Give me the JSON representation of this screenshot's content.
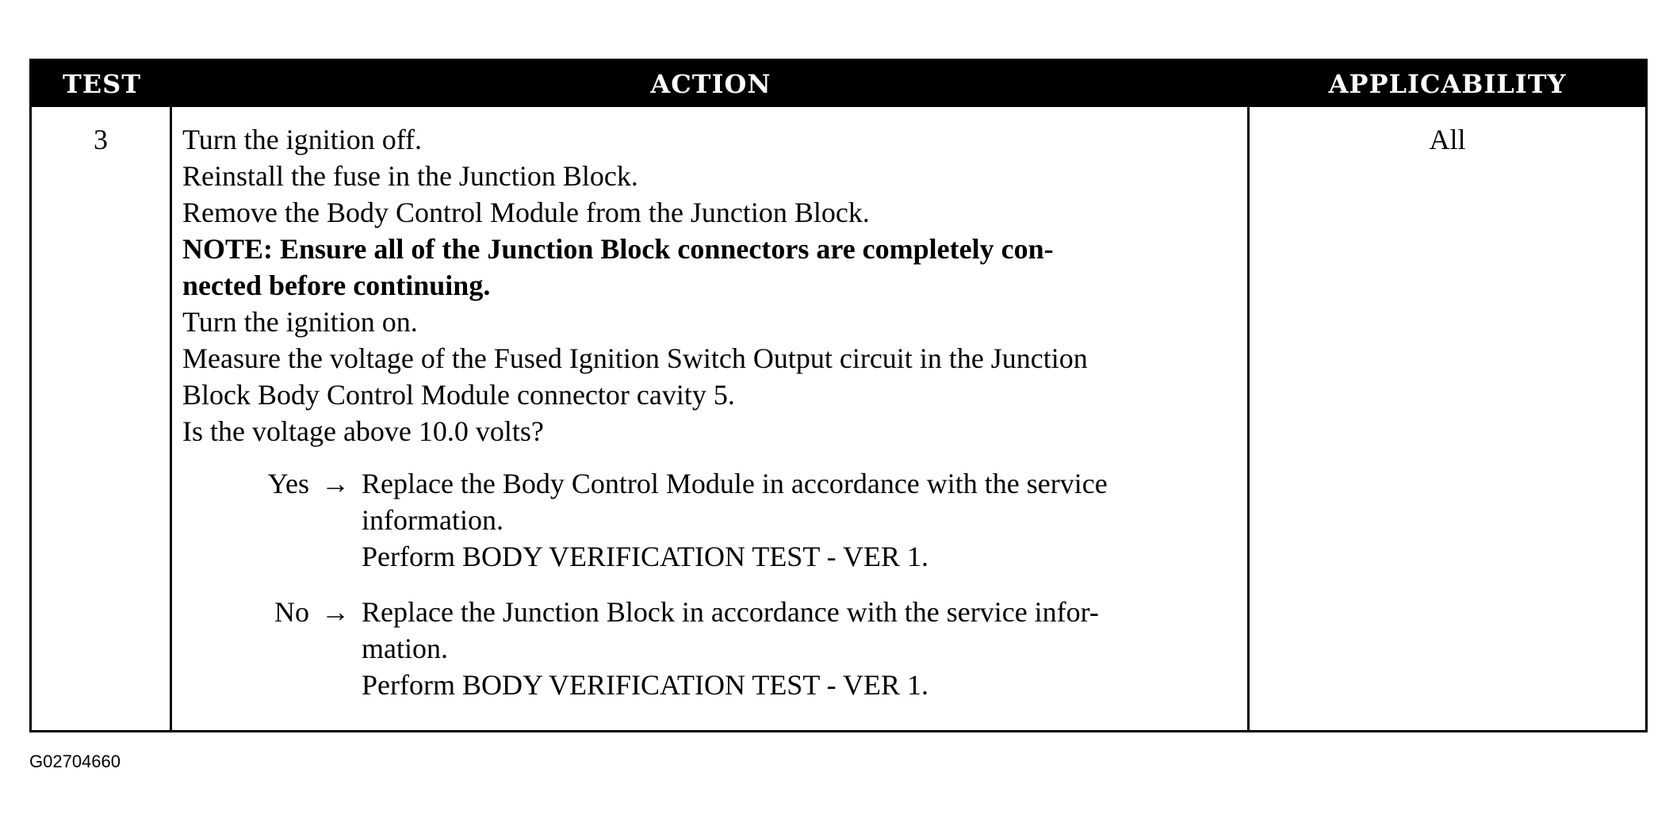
{
  "table": {
    "headers": {
      "test": "TEST",
      "action": "ACTION",
      "applicability": "APPLICABILITY"
    },
    "row": {
      "test_number": "3",
      "applicability": "All",
      "steps": [
        "Turn the ignition off.",
        "Reinstall the fuse in the Junction Block.",
        "Remove the Body Control Module from the Junction Block."
      ],
      "note_line1": "NOTE: Ensure all of the Junction Block connectors are completely con-",
      "note_line2": "nected before continuing.",
      "step_ignition_on": "Turn the ignition on.",
      "measure_line1": "Measure the voltage of the Fused Ignition Switch Output circuit in the Junction",
      "measure_line2": "Block Body Control Module connector cavity 5.",
      "question": "Is the voltage above 10.0 volts?",
      "answers": [
        {
          "key": "Yes",
          "arrow": "→",
          "line1": "Replace the Body Control Module in accordance with the service",
          "line2": "information.",
          "line3": "Perform BODY VERIFICATION TEST - VER 1."
        },
        {
          "key": "No",
          "arrow": "→",
          "line1": "Replace the Junction Block in accordance with the service infor-",
          "line2": "mation.",
          "line3": "Perform BODY VERIFICATION TEST - VER 1."
        }
      ]
    }
  },
  "figure_id": "G02704660"
}
